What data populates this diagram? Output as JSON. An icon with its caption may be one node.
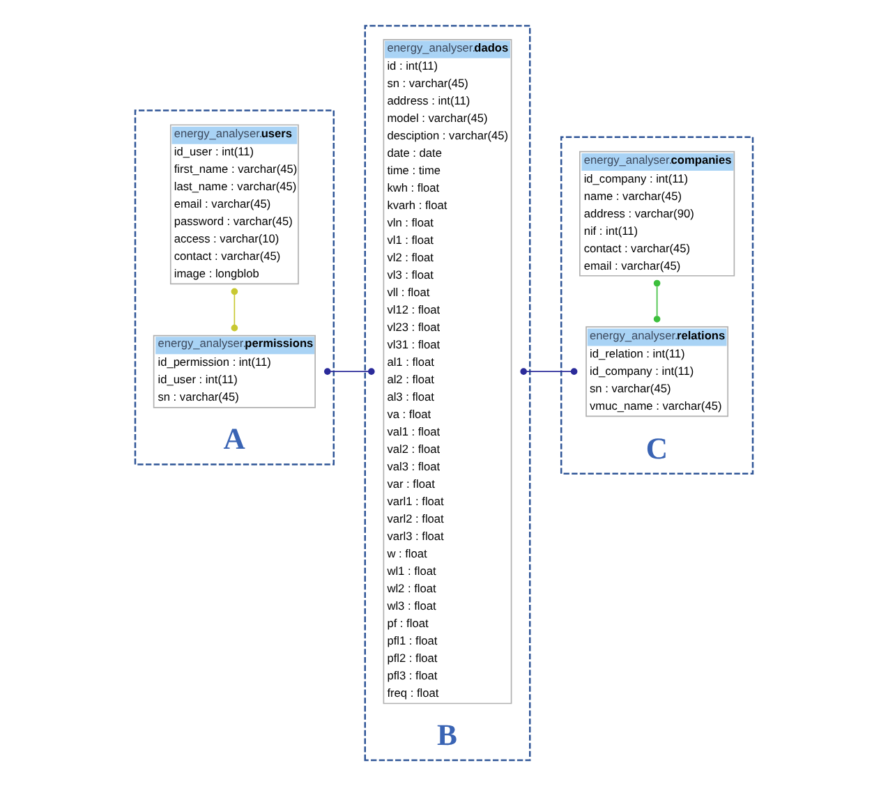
{
  "diagram": {
    "nodes": [
      {
        "text": [
          "A"
        ]
      },
      {
        "text": [
          "energy_analyser.users",
          "id_user : int(11)",
          "first_name : varchar(45)",
          "last_name : varchar(45)",
          "email : varchar(45)",
          "password : varchar(45)",
          "access : varchar(10)",
          "contact : varchar(45)",
          "image : longblob"
        ],
        "in": 0
      },
      {
        "text": [
          "energy_analyser.permissions",
          "id_permission : int(11)",
          "id_user : int(11)",
          "sn : varchar(45)"
        ],
        "in": 0
      },
      {
        "text": [
          "B"
        ]
      },
      {
        "text": [
          "energy_analyser.dados",
          "id : int(11)",
          "sn : varchar(45)",
          "address : int(11)",
          "model : varchar(45)",
          "desciption : varchar(45)",
          "date : date",
          "time : time",
          "kwh : float",
          "kvarh : float",
          "vln : float",
          "vl1 : float",
          "vl2 : float",
          "vl3 : float",
          "vll : float",
          "vl12 : float",
          "vl23 : float",
          "vl31 : float",
          "al1 : float",
          "al2 : float",
          "al3 : float",
          "va : float",
          "val1 : float",
          "val2 : float",
          "val3 : float",
          "var : float",
          "varl1 : float",
          "varl2 : float",
          "varl3 : float",
          "w : float",
          "wl1 : float",
          "wl2 : float",
          "wl3 : float",
          "pf : float",
          "pfl1 : float",
          "pfl2 : float",
          "pfl3 : float",
          "freq : float"
        ],
        "in": 3
      },
      {
        "text": [
          "C"
        ]
      },
      {
        "text": [
          "energy_analyser.companies",
          "id_company : int(11)",
          "name : varchar(45)",
          "address : varchar(90)",
          "nif : int(11)",
          "contact : varchar(45)",
          "email : varchar(45)"
        ],
        "in": 5
      },
      {
        "text": [
          "energy_analyser.relations",
          "id_relation : int(11)",
          "id_company : int(11)",
          "sn : varchar(45)",
          "vmuc_name : varchar(45)"
        ],
        "in": 5
      }
    ],
    "edges": [
      {
        "from": 2,
        "to": 1,
        "arrow": "other",
        "color": "#c8c832"
      },
      {
        "from": 2,
        "to": 4,
        "arrow": "other"
      },
      {
        "from": 4,
        "to": 7,
        "arrow": "other"
      },
      {
        "from": 7,
        "to": 6,
        "arrow": "other",
        "color": "#3cbf3c"
      }
    ]
  }
}
